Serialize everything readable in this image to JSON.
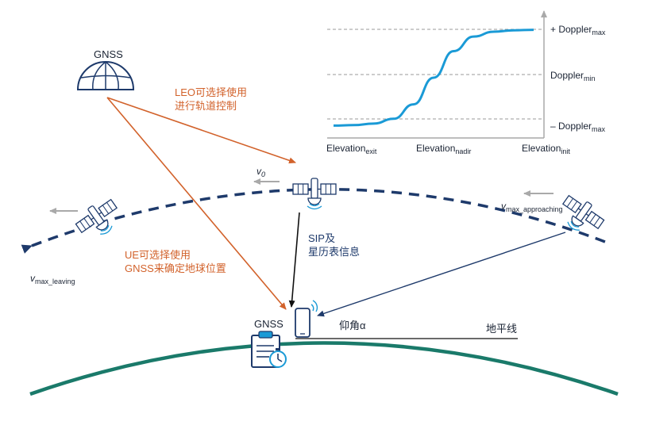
{
  "chart_data": {
    "type": "line",
    "title": "",
    "xlabel": "",
    "ylabel": "",
    "x_ticks": [
      {
        "base": "Elevation",
        "sub": "exit"
      },
      {
        "base": "Elevation",
        "sub": "nadir"
      },
      {
        "base": "Elevation",
        "sub": "init"
      }
    ],
    "y_ticks": [
      {
        "base": "+ Doppler",
        "sub": "max"
      },
      {
        "base": "Doppler",
        "sub": "min"
      },
      {
        "base": "– Doppler",
        "sub": "max"
      }
    ],
    "series": [
      {
        "color": "#1a9ad6",
        "x": [
          0,
          0.1,
          0.2,
          0.3,
          0.4,
          0.5,
          0.6,
          0.7,
          0.8,
          0.9,
          1.0
        ],
        "y": [
          -0.99,
          -0.98,
          -0.95,
          -0.85,
          -0.55,
          0.0,
          0.55,
          0.85,
          0.95,
          0.98,
          0.99
        ]
      }
    ],
    "grid": "dashed",
    "xlim": [
      0,
      1
    ],
    "ylim": [
      -1,
      1
    ]
  },
  "labels": {
    "gnss_top": "GNSS",
    "gnss_bottom": "GNSS",
    "leo_note": [
      "LEO可选择使用",
      "进行轨道控制"
    ],
    "ue_note": [
      "UE可选择使用",
      "GNSS来确定地球位置"
    ],
    "sip_note": [
      "SIP及",
      "星历表信息"
    ],
    "elevation_angle": "仰角α",
    "horizon": "地平线",
    "v0": {
      "base": "v",
      "sub": "0"
    },
    "v_leaving": {
      "base": "v",
      "sub": "max_leaving"
    },
    "v_approaching": {
      "base": "v",
      "sub": "max_approaching"
    }
  },
  "icons": [
    "globe-icon",
    "satellite-icon",
    "phone-icon",
    "clipboard-icon",
    "stopwatch-icon"
  ],
  "colors": {
    "navy": "#1e3a6b",
    "orange": "#d2622b",
    "curve": "#1a9ad6",
    "earth": "#1a7a6a",
    "grey_arrow": "#a9a9a9",
    "text": "#1a2333"
  }
}
